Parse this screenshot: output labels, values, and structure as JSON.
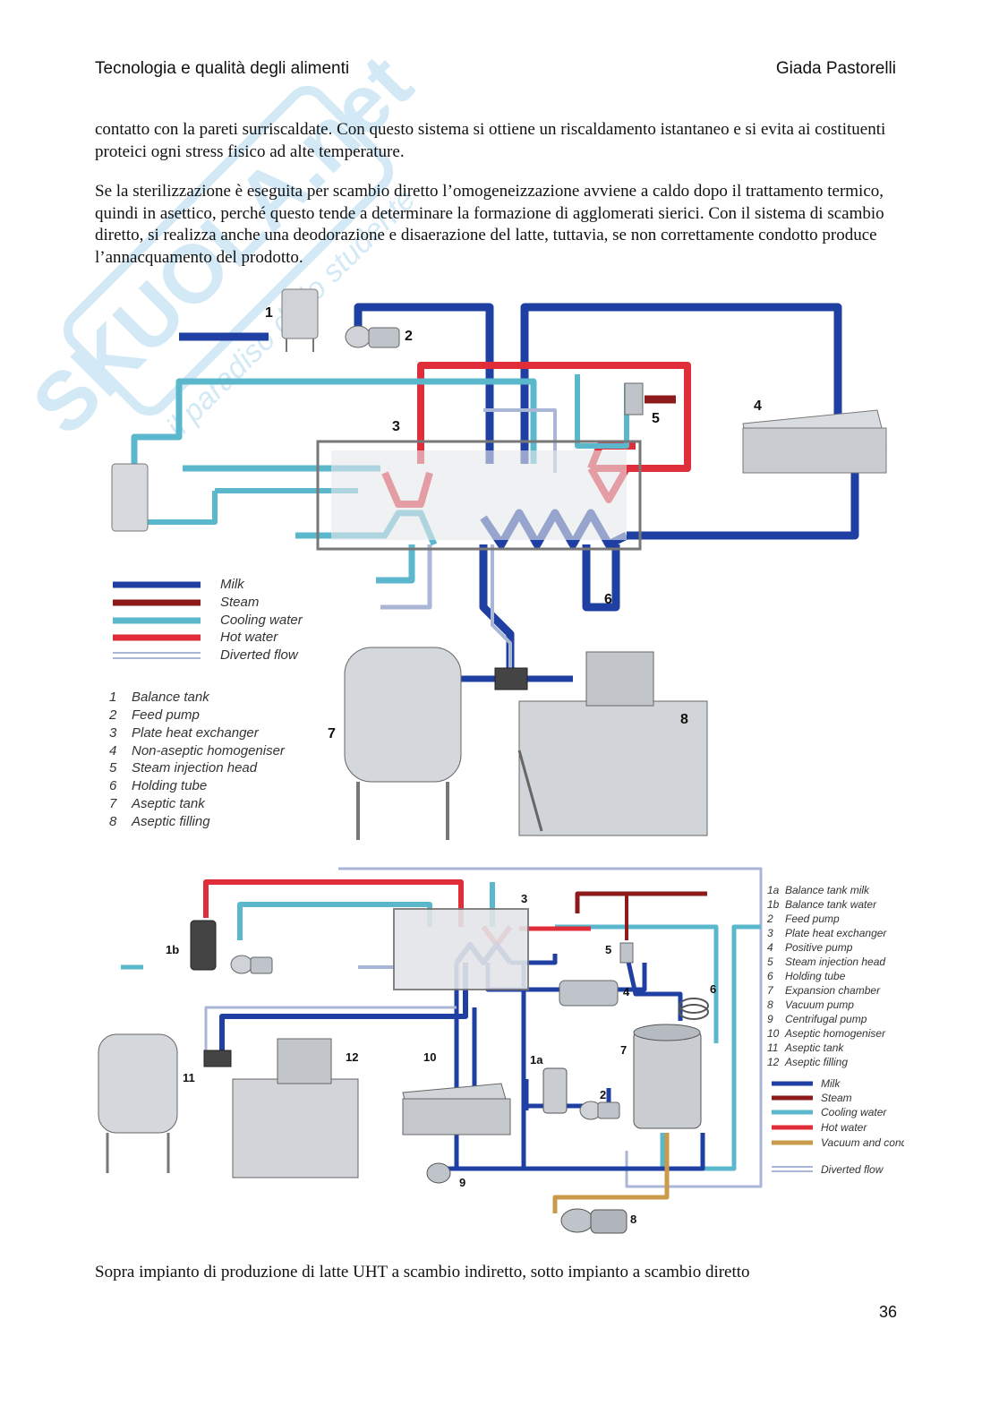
{
  "header": {
    "left": "Tecnologia e qualità degli alimenti",
    "right": "Giada Pastorelli"
  },
  "paragraphs": [
    "contatto con la pareti surriscaldate. Con questo sistema si ottiene un riscaldamento istantaneo e si evita ai costituenti proteici ogni stress fisico ad alte temperature.",
    "Se la sterilizzazione è eseguita per scambio diretto l’omogeneizzazione avviene a caldo dopo il trattamento termico, quindi in asettico, perché questo tende a determinare la formazione di agglomerati sierici. Con il sistema di scambio diretto, si realizza anche una deodorazione e disaerazione del latte, tuttavia, se non correttamente condotto produce l’annacquamento del prodotto."
  ],
  "watermark": {
    "brand": "SKUOLA.net",
    "tagline": "il paradiso dello studente"
  },
  "colors": {
    "milk": "#1f3fa3",
    "steam": "#8e1b1b",
    "cooling": "#5bb8cc",
    "hot": "#e02d3a",
    "vacuum": "#c89a4a",
    "diverted": "#aab6d6"
  },
  "diagram1": {
    "legend": [
      {
        "label": "Milk",
        "color": "#1f3fa3"
      },
      {
        "label": "Steam",
        "color": "#8e1b1b"
      },
      {
        "label": "Cooling water",
        "color": "#5bb8cc"
      },
      {
        "label": "Hot water",
        "color": "#e02d3a"
      },
      {
        "label": "Diverted flow",
        "color": "#aab6d6"
      }
    ],
    "items": [
      {
        "num": "1",
        "label": "Balance tank"
      },
      {
        "num": "2",
        "label": "Feed pump"
      },
      {
        "num": "3",
        "label": "Plate heat exchanger"
      },
      {
        "num": "4",
        "label": "Non-aseptic homogeniser"
      },
      {
        "num": "5",
        "label": "Steam injection head"
      },
      {
        "num": "6",
        "label": "Holding tube"
      },
      {
        "num": "7",
        "label": "Aseptic tank"
      },
      {
        "num": "8",
        "label": "Aseptic filling"
      }
    ],
    "callouts": [
      "1",
      "2",
      "3",
      "4",
      "5",
      "6",
      "7",
      "8"
    ]
  },
  "diagram2": {
    "items": [
      {
        "num": "1a",
        "label": "Balance tank milk"
      },
      {
        "num": "1b",
        "label": "Balance tank water"
      },
      {
        "num": "2",
        "label": "Feed pump"
      },
      {
        "num": "3",
        "label": "Plate heat exchanger"
      },
      {
        "num": "4",
        "label": "Positive pump"
      },
      {
        "num": "5",
        "label": "Steam injection head"
      },
      {
        "num": "6",
        "label": "Holding tube"
      },
      {
        "num": "7",
        "label": "Expansion chamber"
      },
      {
        "num": "8",
        "label": "Vacuum pump"
      },
      {
        "num": "9",
        "label": "Centrifugal pump"
      },
      {
        "num": "10",
        "label": "Aseptic homogeniser"
      },
      {
        "num": "11",
        "label": "Aseptic tank"
      },
      {
        "num": "12",
        "label": "Aseptic filling"
      }
    ],
    "legend": [
      {
        "label": "Milk",
        "color": "#1f3fa3"
      },
      {
        "label": "Steam",
        "color": "#8e1b1b"
      },
      {
        "label": "Cooling water",
        "color": "#5bb8cc"
      },
      {
        "label": "Hot water",
        "color": "#e02d3a"
      },
      {
        "label": "Vacuum and condensate",
        "color": "#c89a4a"
      },
      {
        "label": "Diverted flow",
        "color": "#aab6d6"
      }
    ],
    "callouts": [
      "1a",
      "1b",
      "2",
      "3",
      "4",
      "5",
      "6",
      "7",
      "8",
      "9",
      "10",
      "11",
      "12"
    ]
  },
  "caption": "Sopra impianto di produzione di latte UHT a scambio indiretto, sotto impianto a scambio diretto",
  "page_number": "36"
}
